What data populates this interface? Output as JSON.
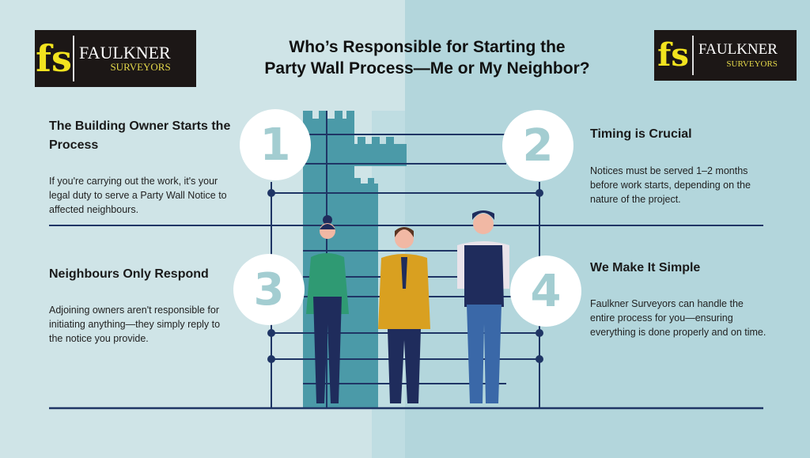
{
  "logo": {
    "mark": "fs",
    "name": "FAULKNER",
    "sub": "SURVEYORS"
  },
  "title": {
    "line1": "Who’s Responsible for Starting the",
    "line2": "Party Wall Process—Me or My Neighbor?"
  },
  "steps": [
    {
      "number": "1",
      "heading": "The Building Owner Starts the Process",
      "body": "If you're carrying out the work, it's your legal duty to serve a Party Wall Notice to affected neighbours."
    },
    {
      "number": "2",
      "heading": "Timing is Crucial",
      "body": "Notices must be served 1–2 months before work starts, depending on the nature of the project."
    },
    {
      "number": "3",
      "heading": "Neighbours Only Respond",
      "body": "Adjoining owners aren't responsible for initiating anything—they simply reply to the notice you provide."
    },
    {
      "number": "4",
      "heading": "We Make It Simple",
      "body": "Faulkner Surveyors can handle the entire process for you—ensuring everything is done properly and on time."
    }
  ],
  "colors": {
    "bg_left": "#cfe4e7",
    "bg_right": "#b3d6dc",
    "tower": "#4b9aa8",
    "line": "#1f3565",
    "logo_yellow": "#f2e31f"
  }
}
